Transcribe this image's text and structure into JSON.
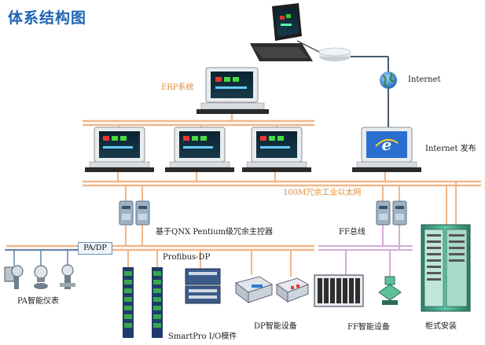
{
  "title": "体系结构图",
  "labels": {
    "erp": "ERP系统",
    "internet": "Internet",
    "internet_publish": "Internet 发布",
    "ethernet": "100M冗余工业以太网",
    "controller": "基于QNX Pentium级冗余主控器",
    "ff_bus": "FF总线",
    "pa_dp": "PA/DP",
    "profibus": "Profibus-DP",
    "pa_meter": "PA智能仪表",
    "dp_device": "DP智能设备",
    "ff_device": "FF智能设备",
    "cabinet": "柜式安装",
    "io_module": "SmartPro I/O模件"
  },
  "colors": {
    "ethernet_line": "#f0b78a",
    "ff_line": "#d7a9d8",
    "title": "#1e64b4",
    "bus_line": "#5d86b3",
    "ff_blue_line": "#2f64c4"
  }
}
